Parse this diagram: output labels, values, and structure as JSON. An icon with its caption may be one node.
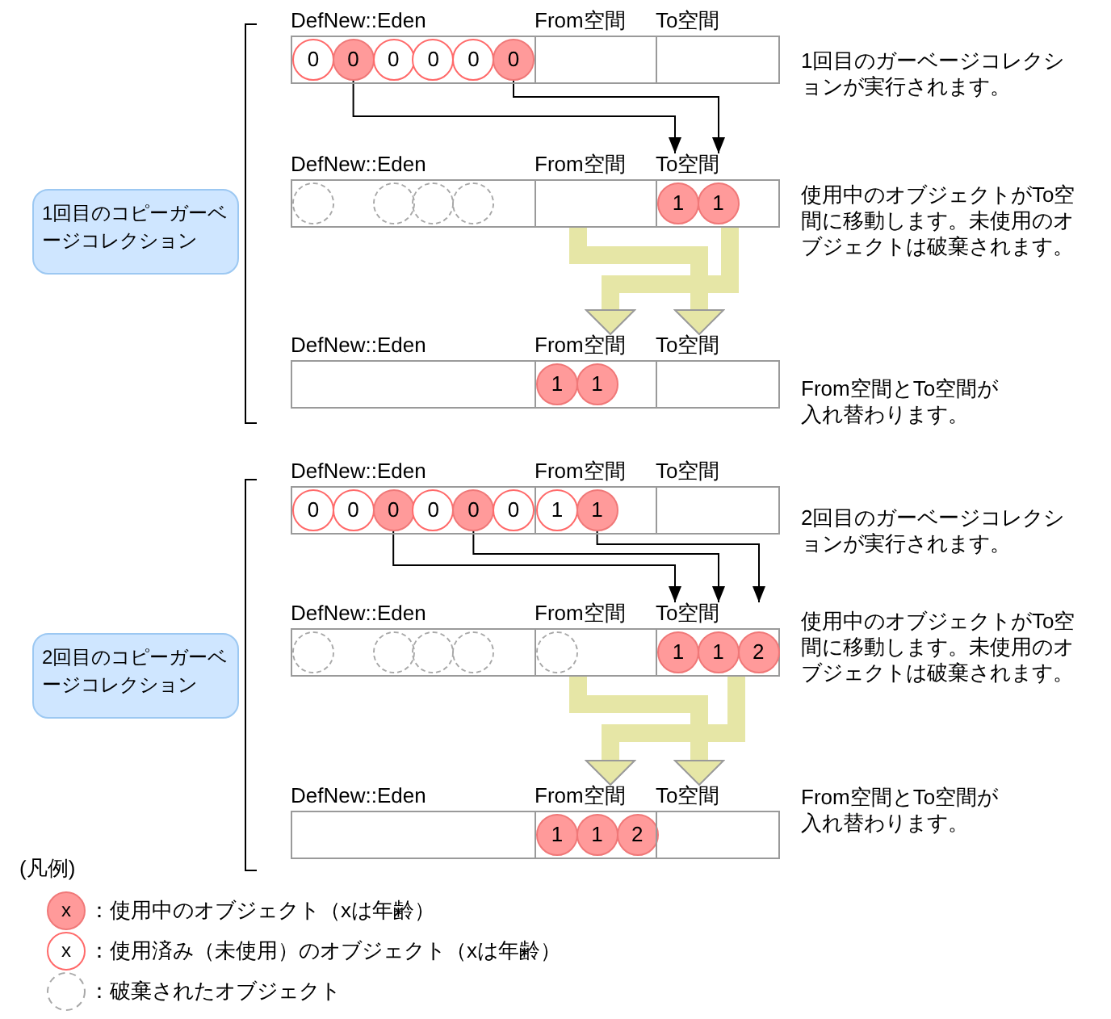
{
  "diagram": {
    "nodes": [
      {
        "text": [
          "1回目のコピーガーベージコレクション"
        ]
      },
      {
        "text": [
          "DefNew::Eden"
        ]
      },
      {
        "text": [
          "0"
        ],
        "in": 1
      },
      {
        "text": [
          "0"
        ],
        "in": 1
      },
      {
        "text": [
          "0"
        ],
        "in": 1
      },
      {
        "text": [
          "0"
        ],
        "in": 1
      },
      {
        "text": [
          "0"
        ],
        "in": 1
      },
      {
        "text": [
          "0"
        ],
        "in": 1
      },
      {
        "text": [
          "From空間"
        ]
      },
      {
        "text": [
          "To空間"
        ]
      },
      {
        "text": [
          "DefNew::Eden"
        ]
      },
      {
        "text": [],
        "shape": "circle",
        "in": 10
      },
      {
        "text": [],
        "shape": "circle",
        "in": 10
      },
      {
        "text": [],
        "shape": "circle",
        "in": 10
      },
      {
        "text": [],
        "shape": "circle",
        "in": 10
      },
      {
        "text": [
          "From空間"
        ]
      },
      {
        "text": [
          "To空間"
        ]
      },
      {
        "text": [
          "1"
        ],
        "in": 16
      },
      {
        "text": [
          "1"
        ],
        "in": 16
      },
      {
        "text": [
          "DefNew::Eden"
        ]
      },
      {
        "text": [
          "From空間"
        ]
      },
      {
        "text": [
          "1"
        ],
        "in": 20
      },
      {
        "text": [
          "1"
        ],
        "in": 20
      },
      {
        "text": [
          "To空間"
        ]
      },
      {
        "text": [
          "2回目のコピーガーベージコレクション"
        ]
      },
      {
        "text": [
          "DefNew::Eden"
        ]
      },
      {
        "text": [
          "0"
        ],
        "in": 25
      },
      {
        "text": [
          "0"
        ],
        "in": 25
      },
      {
        "text": [
          "0"
        ],
        "in": 25
      },
      {
        "text": [
          "0"
        ],
        "in": 25
      },
      {
        "text": [
          "0"
        ],
        "in": 25
      },
      {
        "text": [
          "0"
        ],
        "in": 25
      },
      {
        "text": [
          "From空間"
        ]
      },
      {
        "text": [
          "1"
        ],
        "in": 32
      },
      {
        "text": [
          "1"
        ],
        "in": 32
      },
      {
        "text": [
          "To空間"
        ]
      },
      {
        "text": [
          "DefNew::Eden"
        ]
      },
      {
        "text": [],
        "shape": "circle",
        "in": 36
      },
      {
        "text": [],
        "shape": "circle",
        "in": 36
      },
      {
        "text": [],
        "shape": "circle",
        "in": 36
      },
      {
        "text": [],
        "shape": "circle",
        "in": 36
      },
      {
        "text": [
          "From空間"
        ]
      },
      {
        "text": [],
        "shape": "circle",
        "in": 41
      },
      {
        "text": [
          "To空間"
        ]
      },
      {
        "text": [
          "1"
        ],
        "in": 43
      },
      {
        "text": [
          "1"
        ],
        "in": 43
      },
      {
        "text": [
          "2"
        ],
        "in": 43
      },
      {
        "text": [
          "DefNew::Eden"
        ]
      },
      {
        "text": [
          "From空間"
        ]
      },
      {
        "text": [
          "1"
        ],
        "in": 48
      },
      {
        "text": [
          "1"
        ],
        "in": 48
      },
      {
        "text": [
          "2"
        ],
        "in": 48
      },
      {
        "text": [
          "To空間"
        ]
      }
    ],
    "edges": [
      {
        "from": 3,
        "to": 16,
        "arrow": "to"
      },
      {
        "from": 7,
        "to": 16,
        "arrow": "to"
      },
      {
        "from": 15,
        "to": 23,
        "arrow": "to",
        "style": "thick",
        "color": "#e6e6a6"
      },
      {
        "from": 16,
        "to": 20,
        "arrow": "to",
        "style": "thick",
        "color": "#e6e6a6"
      },
      {
        "from": 28,
        "to": 43,
        "arrow": "to"
      },
      {
        "from": 30,
        "to": 43,
        "arrow": "to"
      },
      {
        "from": 34,
        "to": 43,
        "arrow": "to"
      },
      {
        "from": 41,
        "to": 52,
        "arrow": "to",
        "style": "thick",
        "color": "#e6e6a6"
      },
      {
        "from": 43,
        "to": 48,
        "arrow": "to",
        "style": "thick",
        "color": "#e6e6a6"
      }
    ],
    "labels": [
      "1回目のガーベージコレクションが実行されます。",
      "使用中のオブジェクトがTo空間に移動します。未使用のオブジェクトは破棄されます。",
      "From空間とTo空間が入れ替わります。",
      "2回目のガーベージコレクションが実行されます。",
      "使用中のオブジェクトがTo空間に移動します。未使用のオブジェクトは破棄されます。",
      "From空間とTo空間が入れ替わります。",
      "(凡例)",
      "x",
      "x"
    ],
    "legend": [
      {
        "text": "：使用中のオブジェクト（xは年齢）",
        "color": "#ff9a9a"
      },
      {
        "text": "：使用済み（未使用）のオブジェクト（xは年齢）"
      },
      {
        "text": "：破棄されたオブジェクト"
      }
    ]
  }
}
